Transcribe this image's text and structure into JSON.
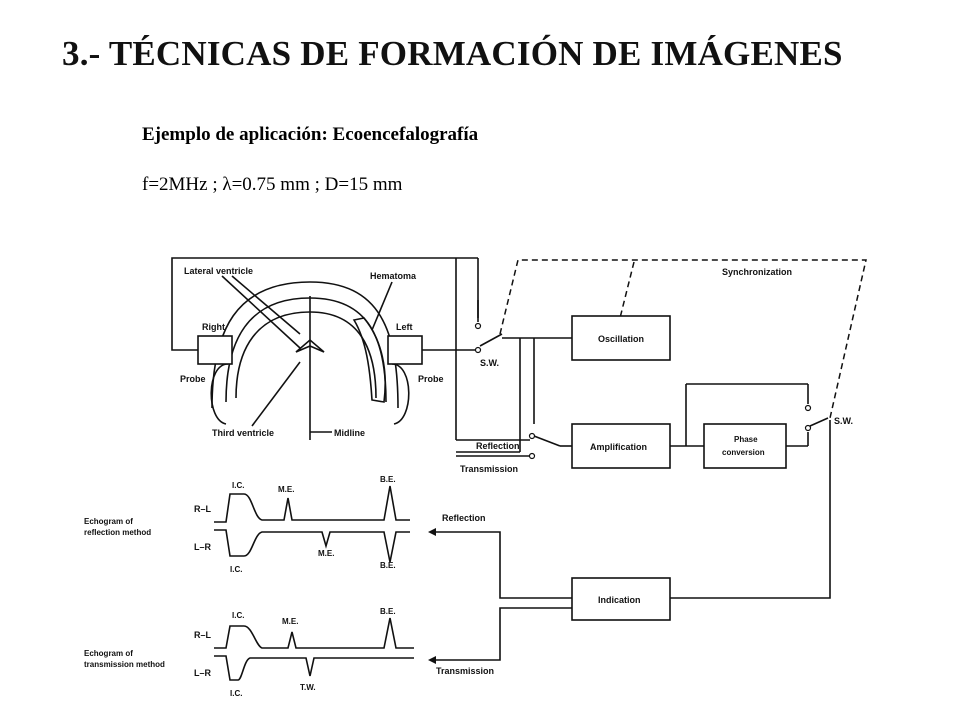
{
  "slide": {
    "title": "3.- TÉCNICAS DE FORMACIÓN DE IMÁGENES",
    "subtitle": "Ejemplo de aplicación: Ecoencefalografía",
    "formula": "f=2MHz ; λ=0.75 mm ; D=15 mm"
  },
  "diagram": {
    "head_labels": {
      "lateral_ventricle": "Lateral ventricle",
      "hematoma": "Hematoma",
      "right": "Right",
      "left": "Left",
      "probe_left": "Probe",
      "probe_right": "Probe",
      "third_ventricle": "Third ventricle",
      "midline": "Midline"
    },
    "blocks": {
      "oscillation": "Oscillation",
      "amplification": "Amplification",
      "phase_line1": "Phase",
      "phase_line2": "conversion",
      "indication": "Indication"
    },
    "signals": {
      "synchronization": "Synchronization",
      "sw1": "S.W.",
      "sw2": "S.W.",
      "reflection_switch": "Reflection",
      "transmission_switch": "Transmission",
      "reflection_arrow": "Reflection",
      "transmission_arrow": "Transmission"
    },
    "echogram_reflection": {
      "caption_line1": "Echogram of",
      "caption_line2": "reflection method",
      "trace_rl": "R–L",
      "trace_lr": "L–R",
      "ic_top": "I.C.",
      "me_top": "M.E.",
      "be_top": "B.E.",
      "ic_bottom": "I.C.",
      "me_bottom": "M.E.",
      "be_bottom": "B.E."
    },
    "echogram_transmission": {
      "caption_line1": "Echogram of",
      "caption_line2": "transmission method",
      "trace_rl": "R–L",
      "trace_lr": "L–R",
      "ic_top": "I.C.",
      "me_top": "M.E.",
      "be_top": "B.E.",
      "ic_bottom": "I.C.",
      "tw_bottom": "T.W."
    }
  }
}
